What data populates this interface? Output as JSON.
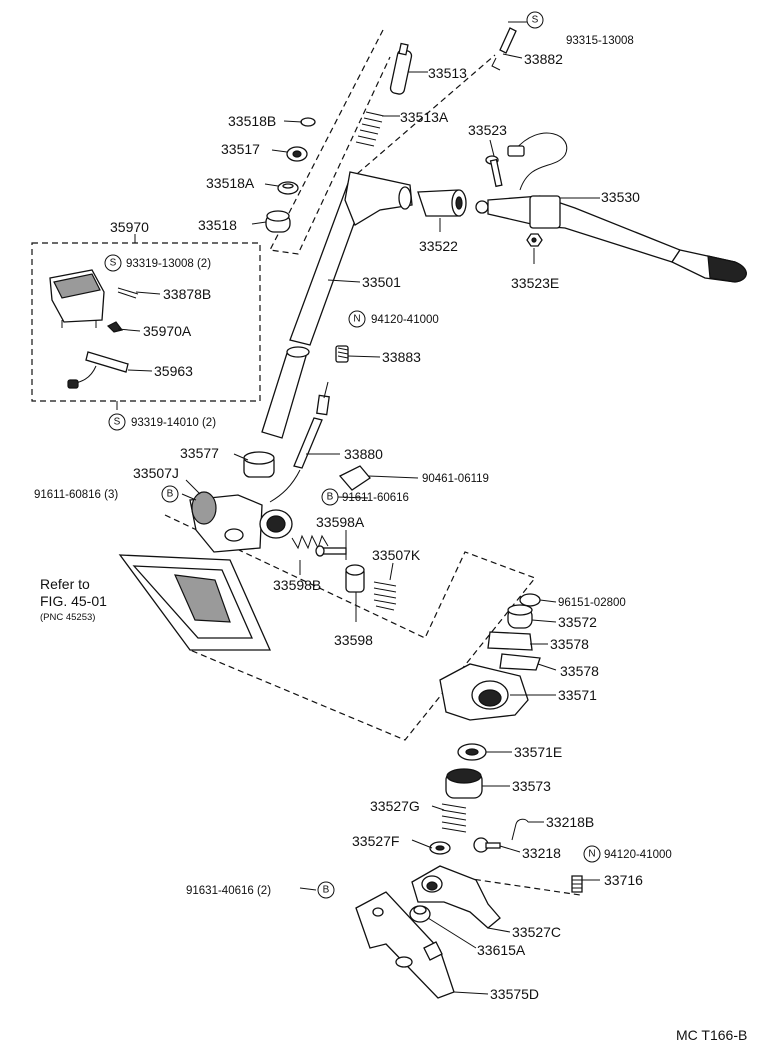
{
  "labels": {
    "p33513": "33513",
    "p33882": "33882",
    "p93315": "93315-13008",
    "p33518B": "33518B",
    "p33513A": "33513A",
    "p33517": "33517",
    "p33523": "33523",
    "p33518A": "33518A",
    "p33530": "33530",
    "p33518": "33518",
    "p33522": "33522",
    "p35970": "35970",
    "p33523E": "33523E",
    "p93319a": "93319-13008 (2)",
    "p33501": "33501",
    "p33878B": "33878B",
    "p94120a": "94120-41000",
    "p35970A": "35970A",
    "p33883": "33883",
    "p35963": "35963",
    "p93319b": "93319-14010 (2)",
    "p33577": "33577",
    "p33880": "33880",
    "p33507J": "33507J",
    "p90461": "90461-06119",
    "p91611a": "91611-60816 (3)",
    "p91611b": "91611-60616",
    "p33598A": "33598A",
    "p33507K": "33507K",
    "p33598B": "33598B",
    "p96151": "96151-02800",
    "p33598": "33598",
    "p33572": "33572",
    "p33578a": "33578",
    "p33578b": "33578",
    "p33571": "33571",
    "p33571E": "33571E",
    "p33573": "33573",
    "p33527G": "33527G",
    "p33218B": "33218B",
    "p33527F": "33527F",
    "p33218": "33218",
    "p94120b": "94120-41000",
    "p33716": "33716",
    "p91631": "91631-40616 (2)",
    "p33527C": "33527C",
    "p33615A": "33615A",
    "p33575D": "33575D"
  },
  "refer": {
    "line1": "Refer to",
    "line2": "FIG. 45-01",
    "line3": "(PNC 45253)"
  },
  "symbols": {
    "s": "S",
    "b": "B",
    "n": "N"
  },
  "footer": {
    "code": "MC T166-B"
  }
}
